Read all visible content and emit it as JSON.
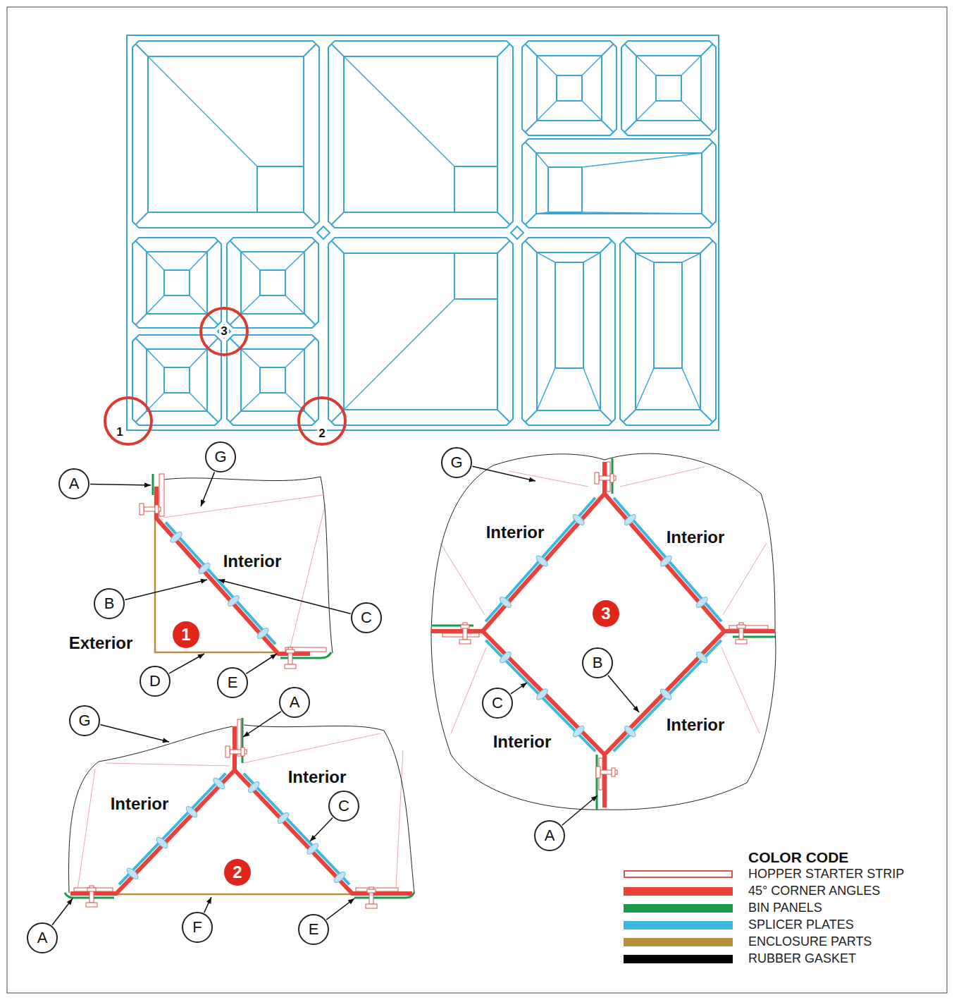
{
  "diagram": {
    "nodes": [
      {
        "text": [
          "3"
        ]
      },
      {
        "text": [
          "1"
        ]
      },
      {
        "text": [
          "2"
        ]
      },
      {
        "text": [
          "G"
        ]
      },
      {
        "text": [
          "A"
        ]
      },
      {
        "text": [
          "B"
        ]
      },
      {
        "text": [
          "C"
        ]
      },
      {
        "text": [
          "1"
        ]
      },
      {
        "text": [
          "D"
        ]
      },
      {
        "text": [
          "E"
        ]
      },
      {
        "text": [
          "G"
        ]
      },
      {
        "text": [
          "A"
        ]
      },
      {
        "text": [
          "C"
        ]
      },
      {
        "text": [
          "2"
        ]
      },
      {
        "text": [
          "A"
        ]
      },
      {
        "text": [
          "F"
        ]
      },
      {
        "text": [
          "E"
        ]
      },
      {
        "text": [
          "G"
        ]
      },
      {
        "text": [
          "3"
        ]
      },
      {
        "text": [
          "B"
        ]
      },
      {
        "text": [
          "C"
        ]
      },
      {
        "text": [
          "A"
        ]
      }
    ],
    "labels": [
      "Interior",
      "Exterior",
      "Interior",
      "Interior",
      "Interior",
      "Interior",
      "Interior",
      "Interior",
      "COLOR CODE"
    ],
    "legend": [
      {
        "text": "HOPPER STARTER STRIP"
      },
      {
        "text": "45° CORNER ANGLES",
        "color": "#e8423a"
      },
      {
        "text": "BIN PANELS",
        "color": "#1a9a4a"
      },
      {
        "text": "SPLICER PLATES",
        "color": "#3bb8e0"
      },
      {
        "text": "ENCLOSURE PARTS",
        "color": "#b8903a"
      },
      {
        "text": "RUBBER GASKET",
        "color": "#000000"
      }
    ]
  }
}
